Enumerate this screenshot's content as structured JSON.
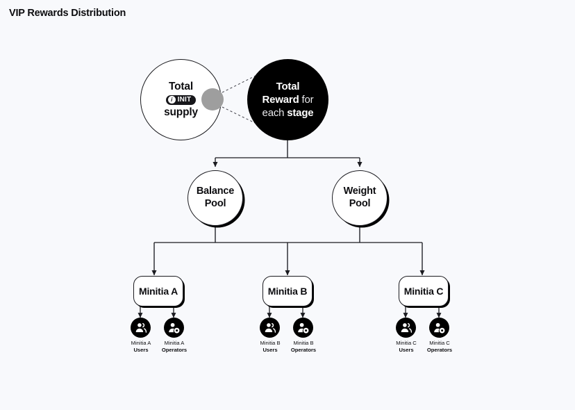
{
  "page": {
    "title": "VIP Rewards Distribution",
    "background_color": "#f8f9fc",
    "ink_color": "#0d0d10",
    "accent_black": "#000000",
    "gray_dot_color": "#9e9e9e"
  },
  "diagram": {
    "type": "flow-tree",
    "supply_node": {
      "line1": "Total",
      "line3": "supply",
      "badge": {
        "symbol": "i",
        "label": "INIT"
      },
      "icon": "init-token-badge"
    },
    "reward_node": {
      "segments": [
        {
          "text": "Total",
          "weight": "bold"
        },
        {
          "text": "Reward",
          "weight": "bold"
        },
        {
          "text": "for",
          "weight": "regular"
        },
        {
          "text": "each",
          "weight": "regular"
        },
        {
          "text": "stage",
          "weight": "bold"
        }
      ],
      "full_text": "Total Reward for each stage"
    },
    "pools": [
      {
        "name": "balance-pool",
        "line1": "Balance",
        "line2": "Pool"
      },
      {
        "name": "weight-pool",
        "line1": "Weight",
        "line2": "Pool"
      }
    ],
    "minitias": [
      {
        "box_label": "Minitia A",
        "leaves": [
          {
            "icon": "users-icon",
            "label_line1": "Minitia A",
            "label_line2": "Users"
          },
          {
            "icon": "operators-gear-icon",
            "label_line1": "Minitia A",
            "label_line2": "Operators"
          }
        ]
      },
      {
        "box_label": "Minitia B",
        "leaves": [
          {
            "icon": "users-icon",
            "label_line1": "Minitia B",
            "label_line2": "Users"
          },
          {
            "icon": "operators-gear-icon",
            "label_line1": "Minitia B",
            "label_line2": "Operators"
          }
        ]
      },
      {
        "box_label": "Minitia C",
        "leaves": [
          {
            "icon": "users-icon",
            "label_line1": "Minitia C",
            "label_line2": "Users"
          },
          {
            "icon": "operators-gear-icon",
            "label_line1": "Minitia C",
            "label_line2": "Operators"
          }
        ]
      }
    ]
  }
}
